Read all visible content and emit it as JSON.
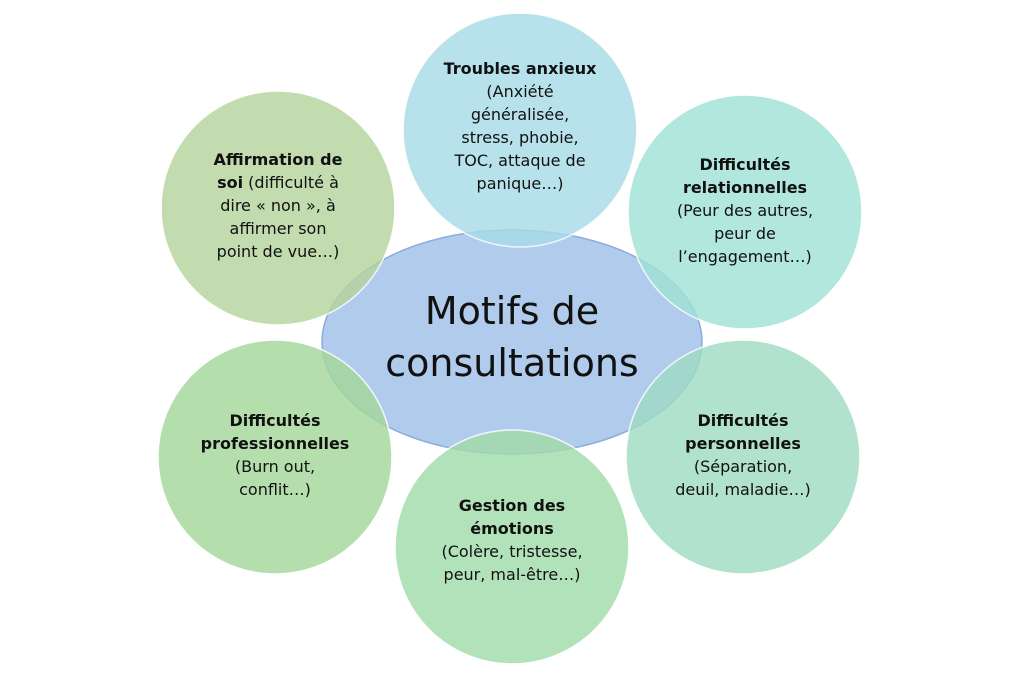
{
  "center": {
    "title_line1": "Motifs de",
    "title_line2": "consultations"
  },
  "circles": {
    "top": {
      "title": "Troubles anxieux",
      "lines": [
        "(Anxiété",
        "généralisée,",
        "stress, phobie,",
        "TOC, attaque de",
        "panique…)"
      ]
    },
    "top_right": {
      "title_line1": "Difficultés",
      "title_line2": "relationnelles",
      "lines": [
        "(Peur des autres,",
        "peur de",
        "l’engagement…)"
      ]
    },
    "bottom_right": {
      "title_line1": "Difficultés",
      "title_line2": "personnelles",
      "lines": [
        "(Séparation,",
        "deuil, maladie…)"
      ]
    },
    "bottom": {
      "title_line1": "Gestion des",
      "title_line2": "émotions",
      "lines": [
        "(Colère, tristesse,",
        "peur, mal-être…)"
      ]
    },
    "bottom_left": {
      "title_line1": "Difficultés",
      "title_line2": "professionnelles",
      "lines": [
        "(Burn out,",
        "conflit…)"
      ]
    },
    "top_left": {
      "title_line1": "Affirmation de",
      "title_bold_part": "soi",
      "line1_rest": " (difficulté à",
      "lines": [
        "dire « non », à",
        "affirmer son",
        "point de vue…)"
      ]
    }
  },
  "colors": {
    "center": "#a8c6ea",
    "top": "#a8dce8",
    "top_right": "#a0e2d6",
    "bottom_right": "#9fdcc4",
    "bottom": "#a2dcaa",
    "bottom_left": "#a4d89c",
    "top_left": "#b5d49e"
  }
}
